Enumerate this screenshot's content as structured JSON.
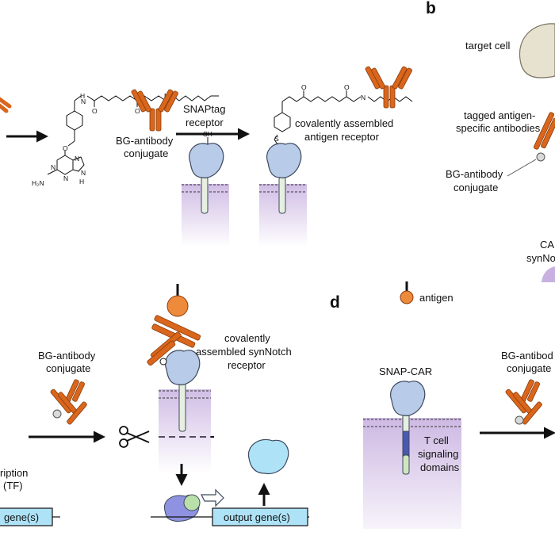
{
  "panels": {
    "b": "b",
    "d": "d"
  },
  "labels": {
    "bg_antibody_conjugate_a": [
      "BG-antibody",
      "conjugate"
    ],
    "snaptag_receptor": [
      "SNAPtag",
      "receptor"
    ],
    "covalently_assembled_antigen_receptor": [
      "covalently assembled",
      "antigen receptor"
    ],
    "target_cell": "target cell",
    "tagged_antigen_specific_antibodies": [
      "tagged antigen-",
      "specific antibodies"
    ],
    "bg_antibody_conjugate_b": [
      "BG-antibody",
      "conjugate"
    ],
    "ca_synno_partial": [
      "CA",
      "synNo"
    ],
    "bg_antibody_conjugate_c": [
      "BG-antibody",
      "conjugate"
    ],
    "covalently_assembled_synnotch_receptor": [
      "covalently",
      "assembled synNotch",
      "receptor"
    ],
    "transcription_tf_partial": [
      "ription",
      "(TF)"
    ],
    "gene_left_partial": "gene(s)",
    "output_genes": "output gene(s)",
    "antigen": "antigen",
    "snap_car": "SNAP-CAR",
    "t_cell_signaling_domains": [
      "T cell",
      "signaling",
      "domains"
    ],
    "bg_antibody_conjugate_d_partial": [
      "BG-antibod",
      "conjugate"
    ]
  },
  "chemistry": {
    "amide_hn": "H",
    "amide_n": "N",
    "amide_o": "O",
    "ether_o": "O",
    "ring_n": "N",
    "nh2": "H₂N",
    "nh": "H",
    "thiol": "SH",
    "sulfur": "S"
  },
  "colors": {
    "antibody": "#d9661c",
    "antibody_dark": "#8a3c0a",
    "receptor": "#b8cbe8",
    "receptor_stroke": "#3d4a5e",
    "stalk": "#e6efe0",
    "membrane": "#c8b1e0",
    "tcell_domain": "#4a58b0",
    "gene_box": "#aee3f7",
    "target_cell": "#e7e1cf"
  }
}
